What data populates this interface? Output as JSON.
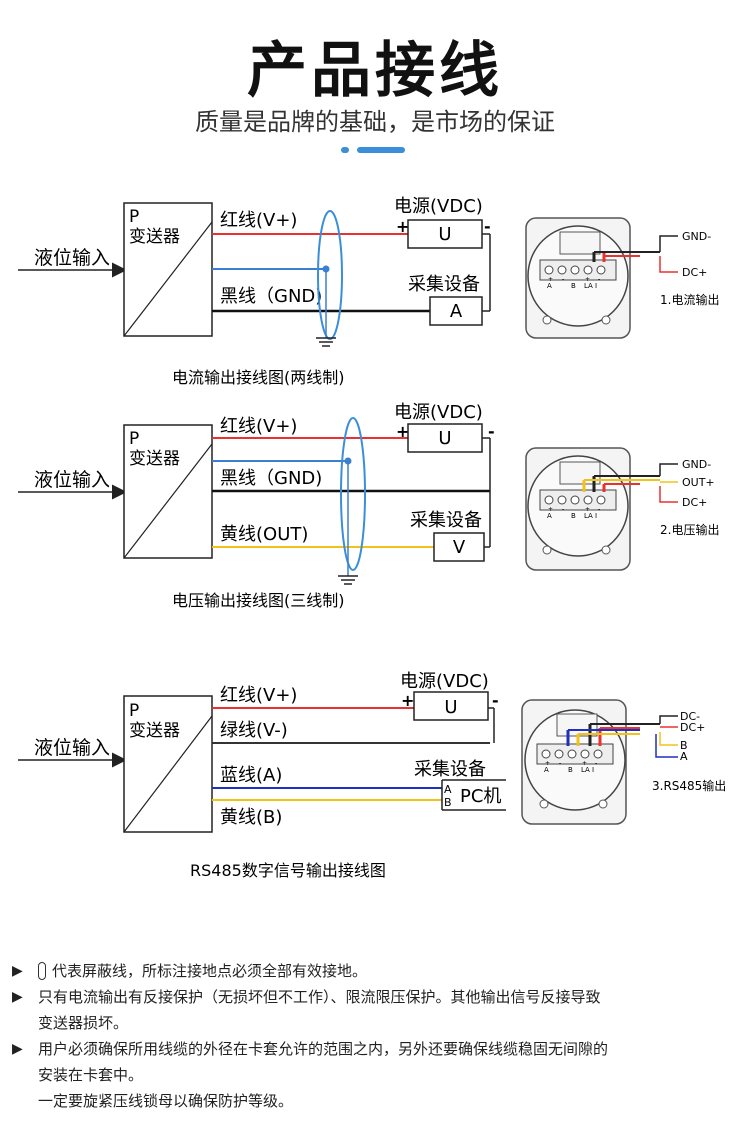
{
  "header": {
    "title": "产品接线",
    "subtitle": "质量是品牌的基础，是市场的保证"
  },
  "diagram1": {
    "input_label": "液位输入",
    "transmitter_p": "P",
    "transmitter_name": "变送器",
    "wire_red": "红线(V+)",
    "wire_black": "黑线（GND)",
    "power_label": "电源(VDC)",
    "plus": "+",
    "minus": "-",
    "power_symbol": "U",
    "device_label": "采集设备",
    "device_symbol": "A",
    "caption": "电流输出接线图(两线制)",
    "photo_labels": [
      "GND-",
      "DC+"
    ],
    "photo_caption": "1.电流输出",
    "terminal_labels": [
      "+",
      "-",
      "+",
      "-",
      "A",
      "B",
      "LA",
      "I"
    ]
  },
  "diagram2": {
    "input_label": "液位输入",
    "transmitter_p": "P",
    "transmitter_name": "变送器",
    "wire_red": "红线(V+)",
    "wire_black": "黑线（GND)",
    "wire_yellow": "黄线(OUT)",
    "power_label": "电源(VDC)",
    "plus": "+",
    "minus": "-",
    "power_symbol": "U",
    "device_label": "采集设备",
    "device_symbol": "V",
    "caption": "电压输出接线图(三线制)",
    "photo_labels": [
      "GND-",
      "OUT+",
      "DC+"
    ],
    "photo_caption": "2.电压输出",
    "terminal_labels": [
      "+",
      "-",
      "+",
      "-",
      "A",
      "B",
      "LA",
      "I"
    ]
  },
  "diagram3": {
    "input_label": "液位输入",
    "transmitter_p": "P",
    "transmitter_name": "变送器",
    "wire_red": "红线(V+)",
    "wire_green": "绿线(V-)",
    "wire_blue": "蓝线(A)",
    "wire_yellow": "黄线(B)",
    "power_label": "电源(VDC)",
    "plus": "+",
    "minus": "-",
    "power_symbol": "U",
    "device_label": "采集设备",
    "pc_a": "A",
    "pc_b": "B",
    "pc_label": "PC机",
    "caption": "RS485数字信号输出接线图",
    "photo_labels": [
      "DC-",
      "DC+",
      "B",
      "A"
    ],
    "photo_caption": "3.RS485输出",
    "terminal_labels": [
      "+",
      "-",
      "+",
      "-",
      "A",
      "B",
      "LA",
      "I"
    ]
  },
  "notes": {
    "item1": "代表屏蔽线，所标注接地点必须全部有效接地。",
    "item2_line1": "只有电流输出有反接保护（无损坏但不工作）、限流限压保护。其他输出信号反接导致",
    "item2_line2": "变送器损坏。",
    "item3_line1": "用户必须确保所用线缆的外径在卡套允许的范围之内，另外还要确保线缆稳固无间隙的",
    "item3_line2": "安装在卡套中。",
    "item3_line3": "一定要旋紧压线锁母以确保防护等级。"
  },
  "colors": {
    "accent": "#3b8ed8",
    "wire_red": "#e8322f",
    "wire_blue": "#3c7fd0",
    "wire_yellow": "#f2c21b",
    "wire_green": "#333333",
    "wire_black": "#111111",
    "rs485_blue": "#1f2fbf",
    "shield": "#3b8ed8"
  }
}
